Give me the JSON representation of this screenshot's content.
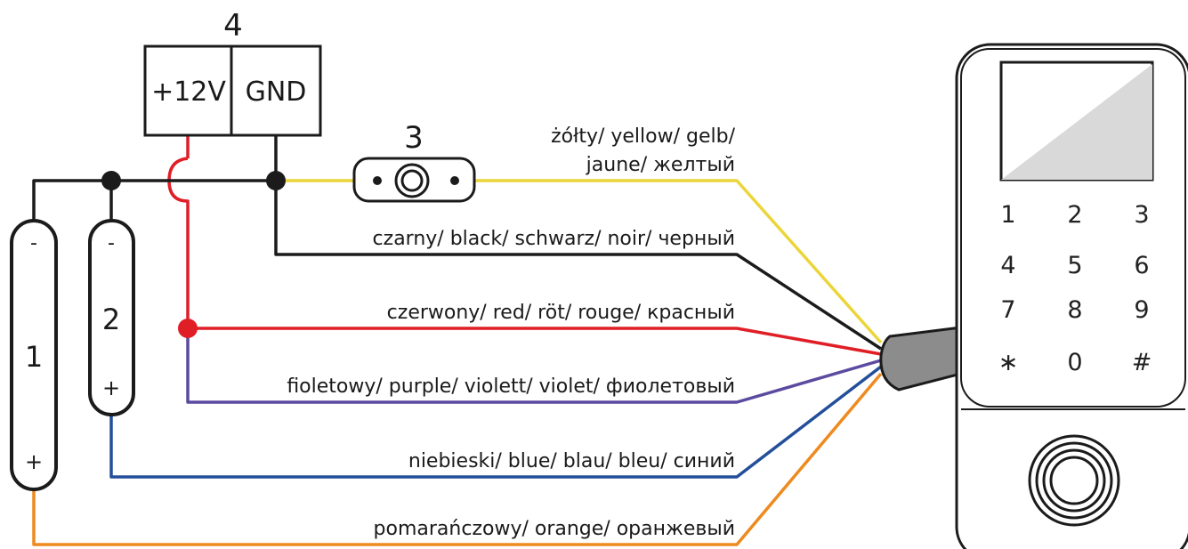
{
  "components": {
    "terminal_number": "4",
    "terminal_plus": "+12V",
    "terminal_gnd": "GND",
    "button_number": "3",
    "lock1_number": "1",
    "lock1_minus": "-",
    "lock1_plus": "+",
    "lock2_number": "2",
    "lock2_minus": "-",
    "lock2_plus": "+"
  },
  "wires": {
    "yellow_line1": "żółty/ yellow/ gelb/",
    "yellow_line2": "jaune/ желтый",
    "black": "czarny/ black/ schwarz/ noir/ черный",
    "red": "czerwony/ red/ röt/ rouge/ красный",
    "purple": "fioletowy/ purple/ violett/ violet/ фиолетовый",
    "blue": "niebieski/ blue/ blau/ bleu/ синий",
    "orange": "pomarańczowy/ orange/ оранжевый"
  },
  "colors": {
    "yellow": "#ecd53a",
    "black": "#1b1b1b",
    "red": "#e01e26",
    "purple": "#5b4aa0",
    "blue": "#234f9a",
    "orange": "#ee8a1f",
    "cable": "#8c8c8c"
  },
  "keypad": {
    "keys": [
      "1",
      "2",
      "3",
      "4",
      "5",
      "6",
      "7",
      "8",
      "9",
      "∗",
      "0",
      "#"
    ]
  }
}
